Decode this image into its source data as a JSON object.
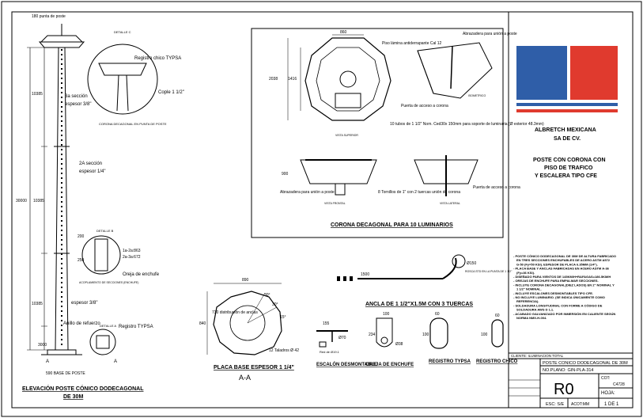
{
  "colors": {
    "logo_blue": "#2f5ea8",
    "logo_red": "#e03a2e",
    "company_text": "#8b1a1a",
    "product_text": "#8b1a1a",
    "line": "#000000"
  },
  "elevation": {
    "top_label": "180 punta de poste",
    "detalle_c": "DETALLE C",
    "detalle_b": "DETALLE B",
    "detalle_a": "DETALLE A",
    "dim_10385_top": "10385",
    "dim_10385_mid": "10385",
    "dim_10385_bot": "10385",
    "dim_30000": "30000",
    "dim_3000": "3000",
    "sec3": "3a sección",
    "sec3_thk": "espesor 3/8\"",
    "sec2": "2A sección",
    "sec2_thk": "espesor 1/4\"",
    "dim_200": "200",
    "dim_250": "250",
    "joint_a": "1a-2a:863",
    "joint_b": "2a-3a:672",
    "oreja": "Oreja de enchufe",
    "acopl": "ACOPLAMIENTO DE SECCIONES (ENCHUFE)",
    "thk_base": "espesor 3/8\"",
    "anillo": "Anillo de refuerzo",
    "registro_typsa": "Registro TYPSA",
    "registro_chico": "Registro chico TYPSA",
    "cople": "Cople 1 1/2\"",
    "corona_label": "CORONA DECAGONAL EN PUNTA DE POSTE",
    "base_label": "590 BASE DE POSTE",
    "a_left": "A",
    "a_right": "A",
    "title_line1": "ELEVACIÓN POSTE CÓNICO DODECAGONAL",
    "title_line2": "DE 30M"
  },
  "corona": {
    "dim_860": "860",
    "dim_2038": "2038",
    "dim_1416": "1416",
    "dim_900": "900",
    "piso": "Piso lámina antiderrapante Cal 12",
    "abraz_top": "Abrazadera para unión a poste",
    "puerta": "Puerta de acceso a corona",
    "tubos": "10 tubos de 1 1/2\" Nom. Ced30x 150mm para soporte de luminaria (Ø exterior 48.3mm)",
    "vista_superior": "VISTA SUPERIOR",
    "isometrico": "ISOMETRICO",
    "abraz_front": "Abrazadera para unión a poste",
    "tornillos": "8 Tornillos de 1\" con 2 tuercas unión de corona",
    "puerta2": "Puerta de acceso a corona",
    "vista_frontal": "VISTA FRONTAL",
    "vista_lateral": "VISTA LATERAL",
    "title": "CORONA DECAGONAL PARA 10 LUMINARIOS"
  },
  "placa": {
    "dim_890": "890",
    "dim_840": "840",
    "dist": "730 distribución de anclas",
    "ang30a": "30°",
    "ang30b": "30°",
    "ang15": "15°",
    "taladros": "12 Taladros Ø 42",
    "title": "PLACA BASE ESPESOR 1 1/4\"",
    "section": "A-A"
  },
  "details": {
    "escalon_155": "155",
    "escalon_70": "Ø70",
    "escalon_red": "Red de Ø19.1",
    "escalon_title": "ESCALÓN DESMONTABLE",
    "oreja_100": "100",
    "oreja_234": "234",
    "oreja_38": "Ø38",
    "oreja_title": "OREJA DE ENCHUFE",
    "typsa_60": "60",
    "typsa_100": "100",
    "typsa_title": "REGISTRO TYPSA",
    "chico_60": "60",
    "chico_100": "100",
    "chico_title": "REGISTRO CHICO",
    "ancla_150": "Ø150",
    "ancla_1500": "1500",
    "ancla_note": "ROSCA STD EN LA PUNTA DE 1 1/2\"",
    "ancla_title": "ANCLA DE 1 1/2\"X1.5M CON 3 TUERCAS"
  },
  "titleblock": {
    "company_line1": "ALBRETCH MEXICANA",
    "company_line2": "SA DE CV.",
    "product_line1": "POSTE CON CORONA CON",
    "product_line2": "PISO DE TRAFICO",
    "product_line3": "Y ESCALERA TIPO CFE",
    "notes": [
      "POSTE CÓNICO DODECAGONAL DE 30M DE ALTURA FABRICADO EN TRES SECCIONES ENCHUFABLES DE ACERO ASTM A572 G-50 (Fy=50 KSI). ESPESOR DE PLACA 6.35MM (1/4\").",
      "PLACA BASE Y ANCLAS FABRICADAS EN ACERO ASTM A-36 (Fy=36 KSI).",
      "DISEÑADO PARA VIENTOS DE 145KM/H+RAFAGAS=186.5KM/H",
      "OREJAS DE ENCHUFE PARA EMPALMAR SECCIONES.",
      "INCLUYE CORONA DECAGONAL(DIEZ LADOS) EN 2\" NOMINAL Y 1 1/2\" NOMINAL.",
      "INCLUYE ESCALONES DESMONTABLES TIPO CFE.",
      "NO INCLUYE LUMINARIO. (SE INDICA ÚNICAMENTE COMO REFERENCIA).",
      "SOLDADURA LONGITUDINAL CON FORME A CÓDIGO DE SOLDADURA AWS D 1.1.",
      "ACABADO GALVANIZADO POR INMERSIÓN EN CALIENTE SEGÚN NORMA NMX-H-004."
    ],
    "cliente": "CLIENTE: ILUMINACION TOTAL",
    "descripcion": "POSTE CONICO DODECAGONAL DE 30M",
    "no_plano": "NO.PLANO: GIN-PLA-314",
    "rev": "R0",
    "cot_label": "COT:",
    "cot_value": "C4728",
    "esc": "ESC: S/E",
    "acot": "ACOT:MM",
    "hoja_label": "HOJA:",
    "hoja_value": "1 DE 1"
  }
}
